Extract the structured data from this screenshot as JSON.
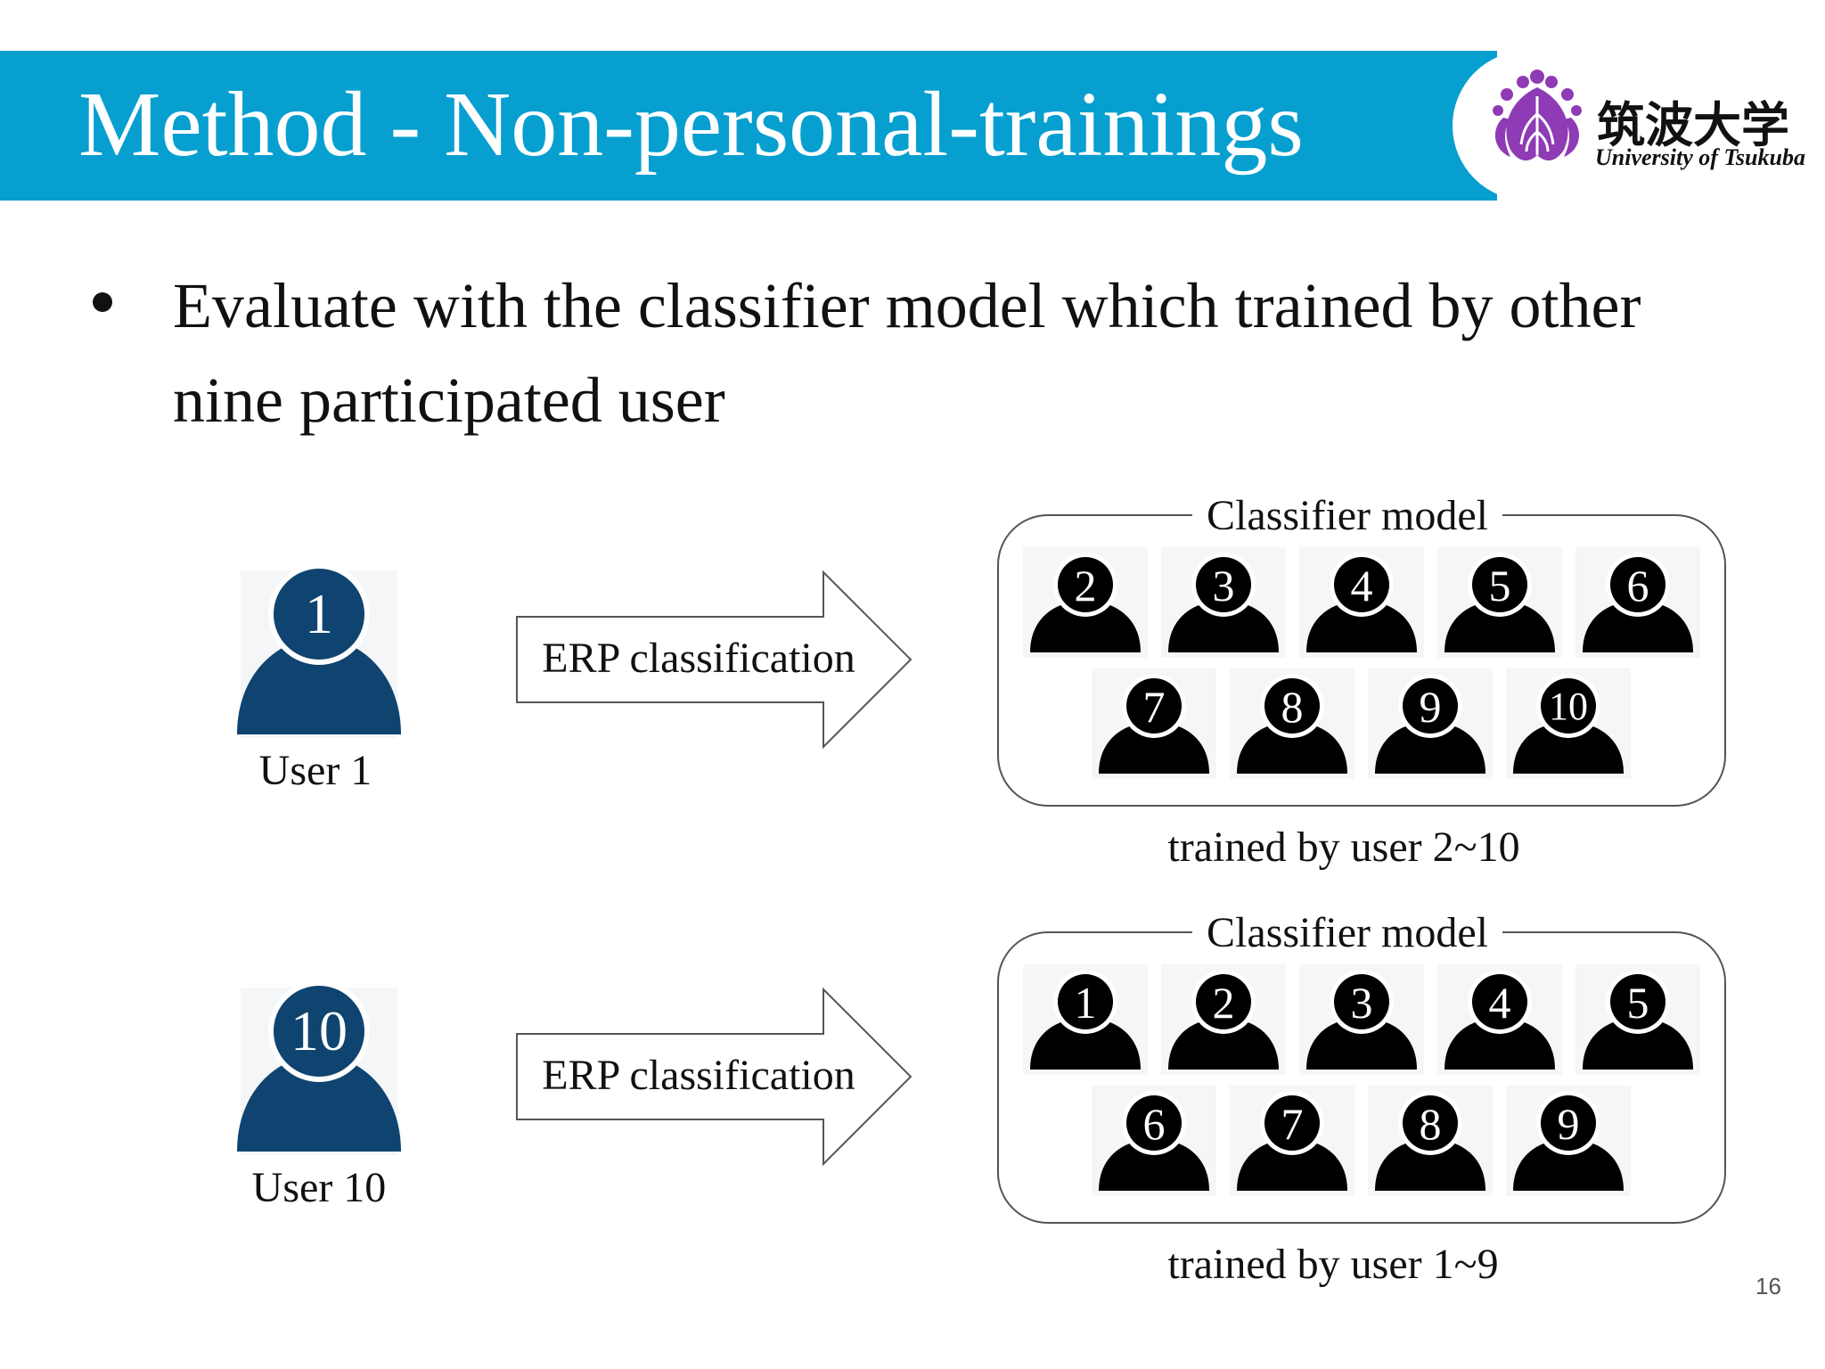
{
  "slide": {
    "title": "Method - Non-personal-trainings",
    "logo": {
      "japanese": "筑波大学",
      "english": "University of Tsukuba",
      "accent": "#8e3bb5"
    },
    "bullet": "Evaluate with the classifier model which trained by other nine participated user",
    "page_number": "16"
  },
  "colors": {
    "banner": "#079fcf",
    "user_icon": "#0f4470",
    "model_icon": "#000000"
  },
  "scenarios": [
    {
      "user": {
        "number": "1",
        "label": "User 1"
      },
      "arrow_label": "ERP classification",
      "model": {
        "title": "Classifier model",
        "members": [
          "2",
          "3",
          "4",
          "5",
          "6",
          "7",
          "8",
          "9",
          "10"
        ],
        "caption": "trained by user 2~10"
      }
    },
    {
      "user": {
        "number": "10",
        "label": "User 10"
      },
      "arrow_label": "ERP classification",
      "model": {
        "title": "Classifier model",
        "members": [
          "1",
          "2",
          "3",
          "4",
          "5",
          "6",
          "7",
          "8",
          "9"
        ],
        "caption": "trained by user 1~9"
      }
    }
  ]
}
